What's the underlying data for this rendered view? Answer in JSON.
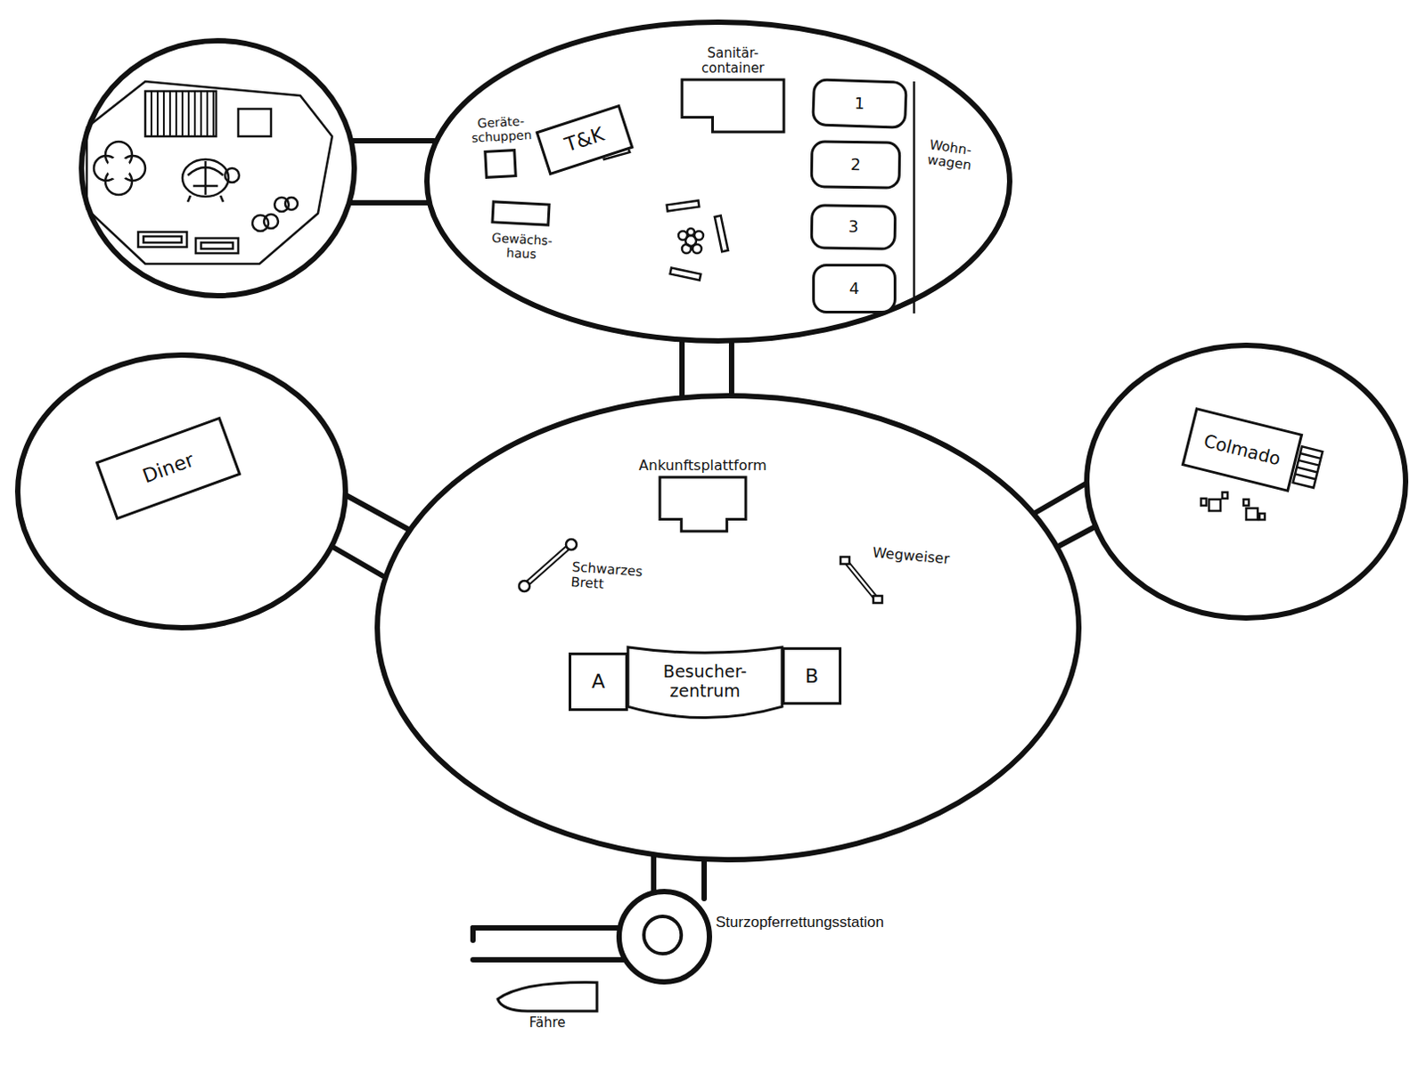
{
  "diagram": {
    "nodes": [
      {
        "text": [
          "Sanitär- container"
        ]
      },
      {
        "text": [
          "Geräte- schuppen"
        ]
      },
      {
        "text": [
          "T&K"
        ]
      },
      {
        "text": [
          "1"
        ]
      },
      {
        "text": [
          "2"
        ]
      },
      {
        "text": [
          "Gewächs- haus"
        ]
      },
      {
        "text": [
          "3"
        ]
      },
      {
        "text": [
          "4"
        ]
      },
      {
        "text": [
          "Diner"
        ]
      },
      {
        "text": [
          "Ankunftsplattform"
        ]
      },
      {
        "text": [
          "Colmado"
        ]
      },
      {
        "text": [
          "A"
        ]
      },
      {
        "text": [
          "Besucher- zentrum"
        ]
      },
      {
        "text": [
          "B"
        ]
      },
      {
        "text": [
          "Sturzopferrettungsstation"
        ]
      },
      {
        "text": [
          "Fähre"
        ]
      }
    ],
    "labels": [
      "Wohn- wagen",
      "Schwarzes Brett",
      "Wegweiser"
    ]
  }
}
